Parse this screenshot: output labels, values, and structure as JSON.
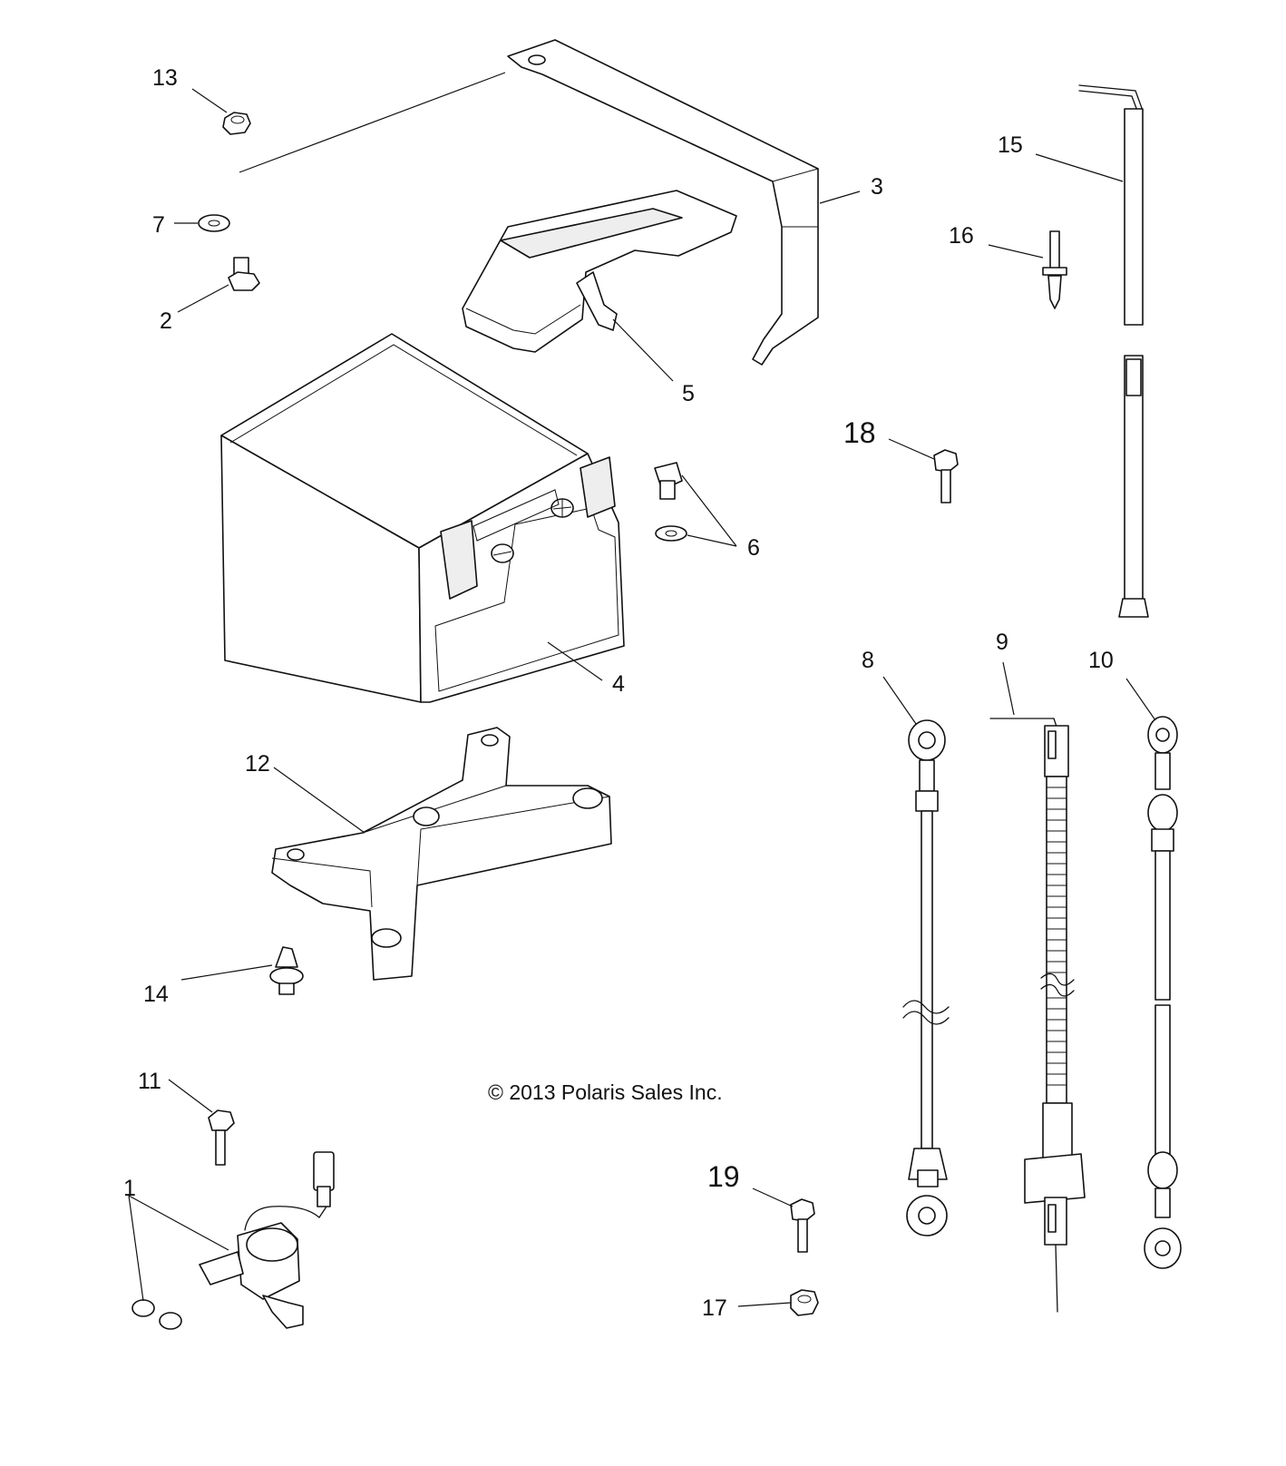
{
  "callouts": {
    "c1": "1",
    "c2": "2",
    "c3": "3",
    "c4": "4",
    "c5": "5",
    "c6": "6",
    "c7": "7",
    "c8": "8",
    "c9": "9",
    "c10": "10",
    "c11": "11",
    "c12": "12",
    "c13": "13",
    "c14": "14",
    "c15": "15",
    "c16": "16",
    "c17": "17",
    "c18": "18",
    "c19": "19"
  },
  "copyright": "© 2013 Polaris Sales Inc.",
  "colors": {
    "line": "#111111",
    "background": "#ffffff",
    "fill_light": "#eeeeee"
  }
}
